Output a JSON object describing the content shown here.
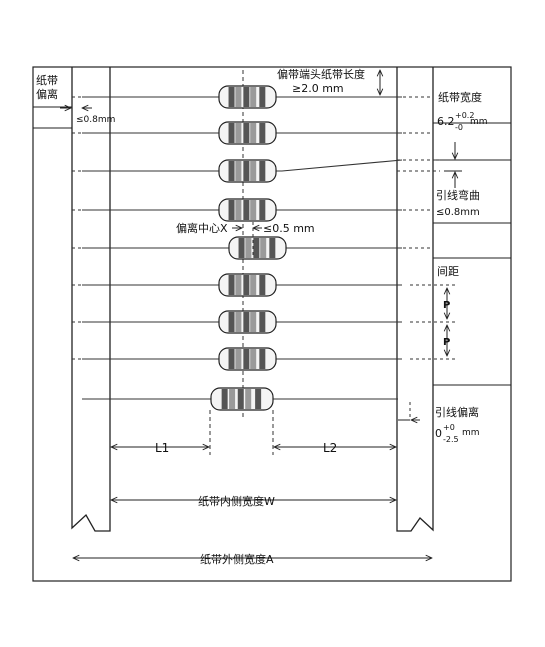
{
  "labels": {
    "tape_offset": [
      "纸带",
      "偏离"
    ],
    "tape_offset_value": "≤0.8mm",
    "tape_end_length": "偏带端头纸带长度",
    "tape_end_length_value": "≥2.0 mm",
    "tape_width": "纸带宽度",
    "tape_width_base": "6.2",
    "tape_width_tol_upper": "+0.2",
    "tape_width_tol_lower": "-0",
    "tape_width_unit": "mm",
    "lead_bend": "引线弯曲",
    "lead_bend_value": "≤0.8mm",
    "center_offset": "偏离中心X",
    "center_offset_value": "≤0.5 mm",
    "spacing": "间距",
    "pitch": "P",
    "lead_offset": "引线偏离",
    "lead_offset_base": "0",
    "lead_offset_tol_upper": "+0",
    "lead_offset_tol_lower": "-2.5",
    "lead_offset_unit": "mm",
    "l1": "L1",
    "l2": "L2",
    "inner_width": "纸带内侧宽度W",
    "outer_width": "纸带外侧宽度A"
  },
  "colors": {
    "line": "#222222",
    "resistor_body": "#f4f4f4",
    "band_dark": "#555555",
    "band_mid": "#9a9a9a"
  }
}
